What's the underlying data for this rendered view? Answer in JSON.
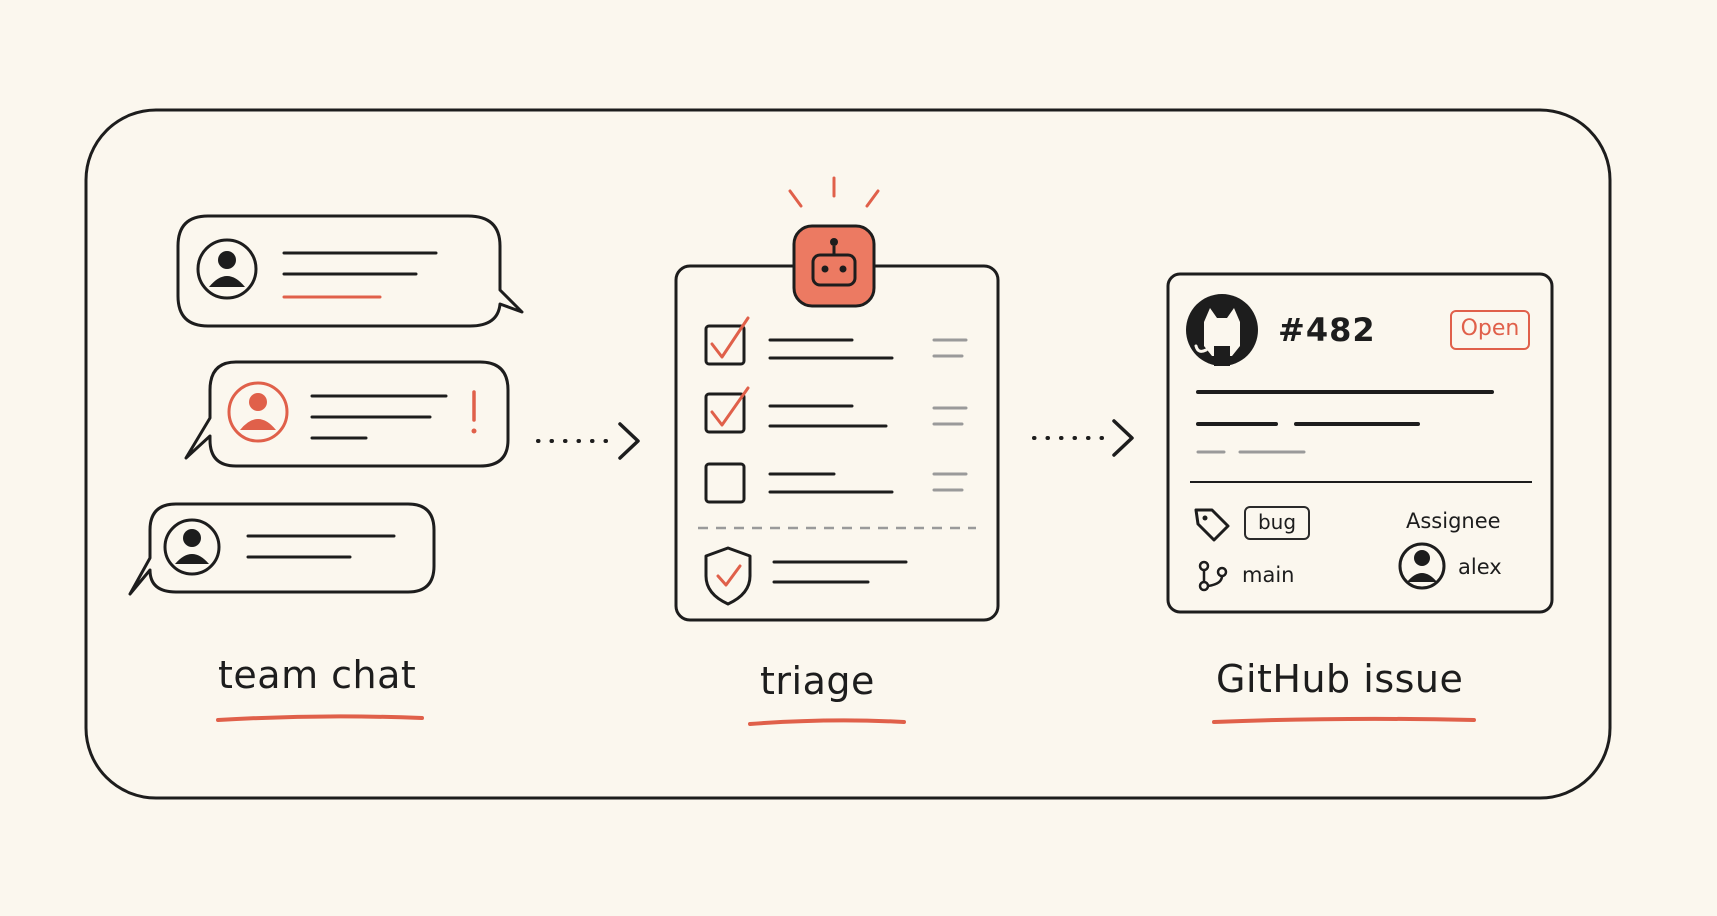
{
  "stages": {
    "chat_label": "team chat",
    "triage_label": "triage",
    "issue_label": "GitHub issue"
  },
  "chat": {
    "messages": [
      {
        "avatar": "person-icon",
        "flagged": false
      },
      {
        "avatar": "person-icon",
        "flagged": true,
        "flag_icon": "exclamation-icon"
      },
      {
        "avatar": "person-icon",
        "flagged": false
      }
    ]
  },
  "triage": {
    "header_icon": "robot-icon",
    "items": [
      {
        "checked": true
      },
      {
        "checked": true
      },
      {
        "checked": false
      }
    ],
    "footer_icon": "shield-check-icon"
  },
  "issue": {
    "logo_icon": "github-icon",
    "number": "#482",
    "status": "Open",
    "label_icon": "tag-icon",
    "label": "bug",
    "branch_icon": "branch-icon",
    "branch": "main",
    "assignee_heading": "Assignee",
    "assignee": "alex"
  },
  "colors": {
    "accent": "#e0604a",
    "ink": "#1d1d1d",
    "background": "#fbf7ee",
    "muted": "#9a9a9a"
  }
}
